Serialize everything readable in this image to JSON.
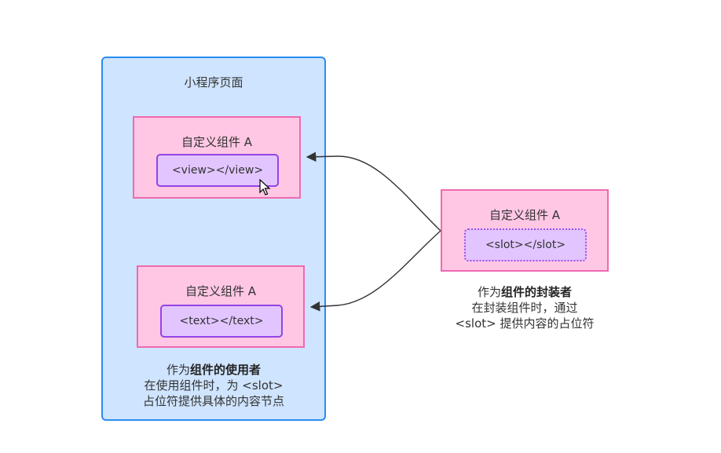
{
  "page": {
    "title": "小程序页面"
  },
  "component_a_top": {
    "title": "自定义组件 A",
    "inner": "<view></view>"
  },
  "component_a_bottom": {
    "title": "自定义组件 A",
    "inner": "<text></text>"
  },
  "component_a_right": {
    "title": "自定义组件 A",
    "inner": "<slot></slot>"
  },
  "user_caption": {
    "prefix": "作为",
    "bold": "组件的使用者",
    "line2": "在使用组件时，为 <slot>",
    "line3": "占位符提供具体的内容节点"
  },
  "wrapper_caption": {
    "prefix": "作为",
    "bold": "组件的封装者",
    "line2": "在封装组件时，通过",
    "line3": "<slot> 提供内容的占位符"
  },
  "colors": {
    "page_fill": "#cfe4ff",
    "page_border": "#2b8cf0",
    "component_fill": "#ffc7e4",
    "component_border": "#ee6ab0",
    "slot_fill": "#e2c5ff",
    "slot_border": "#9443e5"
  }
}
